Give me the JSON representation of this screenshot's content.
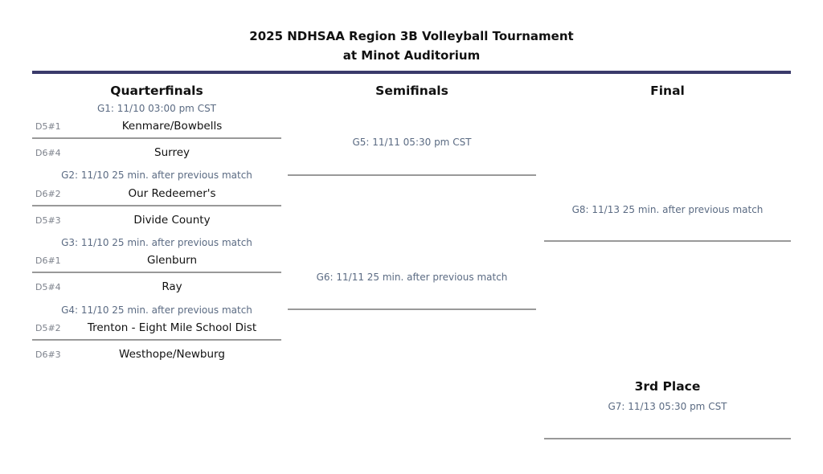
{
  "title": {
    "line1": "2025 NDHSAA Region 3B Volleyball Tournament",
    "line2": "at Minot Auditorium"
  },
  "rounds": {
    "quarterfinals": {
      "heading": "Quarterfinals"
    },
    "semifinals": {
      "heading": "Semifinals"
    },
    "final": {
      "heading": "Final"
    },
    "third_place": {
      "heading": "3rd Place"
    }
  },
  "matches": {
    "g1": {
      "info": "G1: 11/10 03:00 pm CST",
      "top_seed": "D5#1",
      "top_team": "Kenmare/Bowbells",
      "bottom_seed": "D6#4",
      "bottom_team": "Surrey"
    },
    "g2": {
      "info": "G2: 11/10 25 min. after previous match",
      "top_seed": "D6#2",
      "top_team": "Our Redeemer's",
      "bottom_seed": "D5#3",
      "bottom_team": "Divide County"
    },
    "g3": {
      "info": "G3: 11/10 25 min. after previous match",
      "top_seed": "D6#1",
      "top_team": "Glenburn",
      "bottom_seed": "D5#4",
      "bottom_team": "Ray"
    },
    "g4": {
      "info": "G4: 11/10 25 min. after previous match",
      "top_seed": "D5#2",
      "top_team": "Trenton - Eight Mile School Dist",
      "bottom_seed": "D6#3",
      "bottom_team": "Westhope/Newburg"
    },
    "g5": {
      "info": "G5: 11/11 05:30 pm CST"
    },
    "g6": {
      "info": "G6: 11/11 25 min. after previous match"
    },
    "g7": {
      "info": "G7: 11/13 05:30 pm CST"
    },
    "g8": {
      "info": "G8: 11/13 25 min. after previous match"
    }
  },
  "colors": {
    "header_divider": "#3a3a6b",
    "match_line": "#999999",
    "info_text": "#5b6b83",
    "seed_text": "#7d828c",
    "team_text": "#111111"
  }
}
